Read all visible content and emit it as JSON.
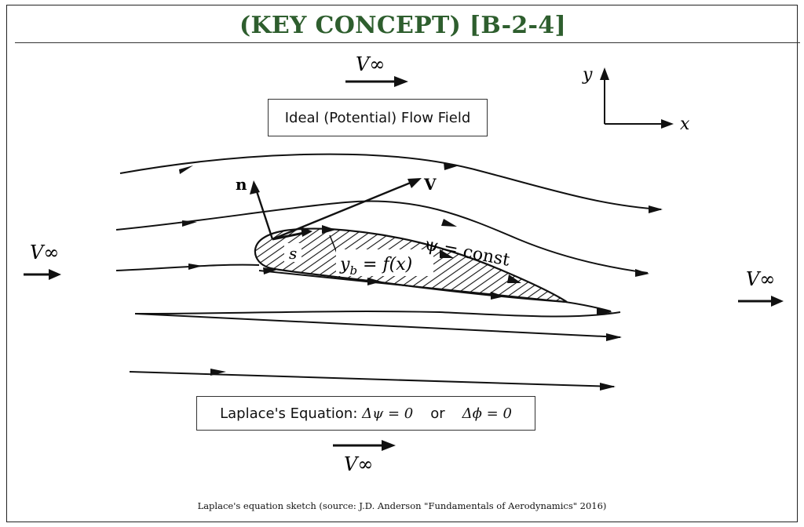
{
  "title": "(KEY CONCEPT) [B-2-4]",
  "ideal_box_label": "Ideal (Potential) Flow Field",
  "laplace_box": {
    "prefix": "Laplace's Equation: ",
    "eq1": "Δψ = 0",
    "or": "or",
    "eq2": "Δϕ = 0"
  },
  "free_stream_label": "V∞",
  "axis_labels": {
    "x": "x",
    "y": "y"
  },
  "vector_labels": {
    "normal": "n",
    "velocity": "V",
    "tangent": "s"
  },
  "body_label": "y_b = f(x)",
  "body_label_parts": {
    "main": "y",
    "sub": "b",
    "rest": " = f(x)"
  },
  "streamline_label": "ψ = const",
  "caption": "Laplace's equation sketch (source: J.D. Anderson \"Fundamentals of Aerodynamics\" 2016)"
}
